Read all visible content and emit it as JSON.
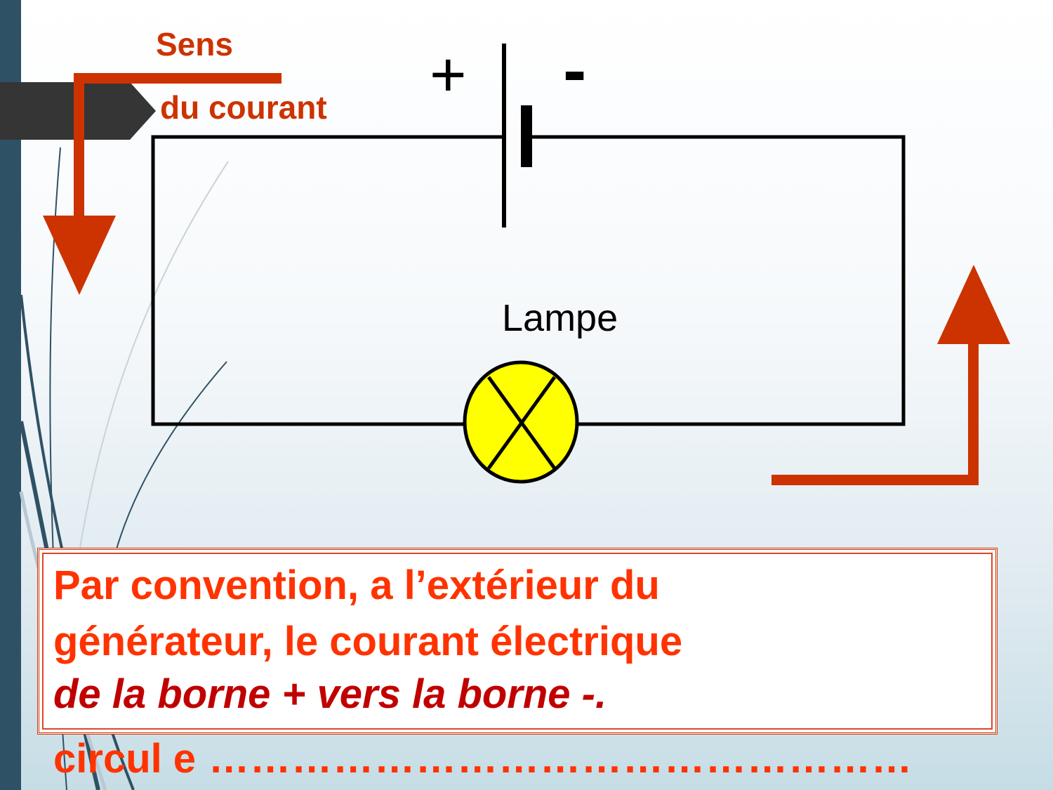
{
  "direction_label": {
    "line1": "Sens",
    "line2": "du courant"
  },
  "battery": {
    "plus": "+",
    "minus": "-"
  },
  "lamp_label": "Lampe",
  "statement": {
    "line1": "Par convention, a l’extérieur du",
    "line2": "générateur, le courant électrique",
    "line3_overlap": "circul",
    "line3": "de la borne + vers la borne -.",
    "line4": "e ……………………………………………"
  },
  "colors": {
    "accent": "#cc3300",
    "text_orange": "#ff3300",
    "text_red": "#c00000",
    "lamp": "#ffff00",
    "sidebar": "#2f5165"
  }
}
